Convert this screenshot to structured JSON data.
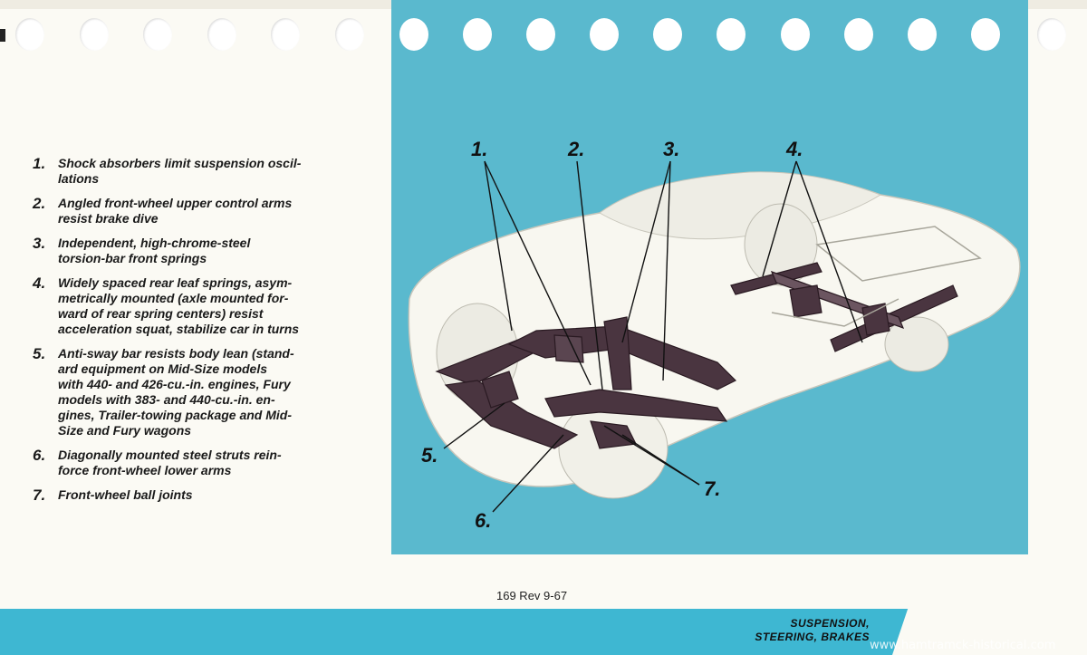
{
  "features": [
    {
      "num": "1.",
      "text": "Shock absorbers limit suspension oscil-\nlations"
    },
    {
      "num": "2.",
      "text": "Angled front-wheel upper control arms\nresist brake dive"
    },
    {
      "num": "3.",
      "text": "Independent, high-chrome-steel\ntorsion-bar front springs"
    },
    {
      "num": "4.",
      "text": "Widely spaced rear leaf springs, asym-\nmetrically mounted (axle mounted for-\nward of rear spring centers) resist\nacceleration squat, stabilize car in turns"
    },
    {
      "num": "5.",
      "text": "Anti-sway bar resists body lean (stand-\nard equipment on Mid-Size models\nwith 440- and 426-cu.-in. engines, Fury\nmodels with 383- and 440-cu.-in. en-\ngines, Trailer-towing package and Mid-\nSize and Fury wagons"
    },
    {
      "num": "6.",
      "text": "Diagonally mounted steel struts rein-\nforce front-wheel lower arms"
    },
    {
      "num": "7.",
      "text": "Front-wheel ball joints"
    }
  ],
  "callouts": {
    "c1": "1.",
    "c2": "2.",
    "c3": "3.",
    "c4": "4.",
    "c5": "5.",
    "c6": "6.",
    "c7": "7."
  },
  "page_number": "169 Rev 9-67",
  "section_label": "SUSPENSION,\nSTEERING, BRAKES",
  "watermark": "www.hamtramck-historical.com",
  "colors": {
    "panel": "#5ab9ce",
    "footer": "#3eb7d2",
    "paper": "#fbfaf4"
  }
}
